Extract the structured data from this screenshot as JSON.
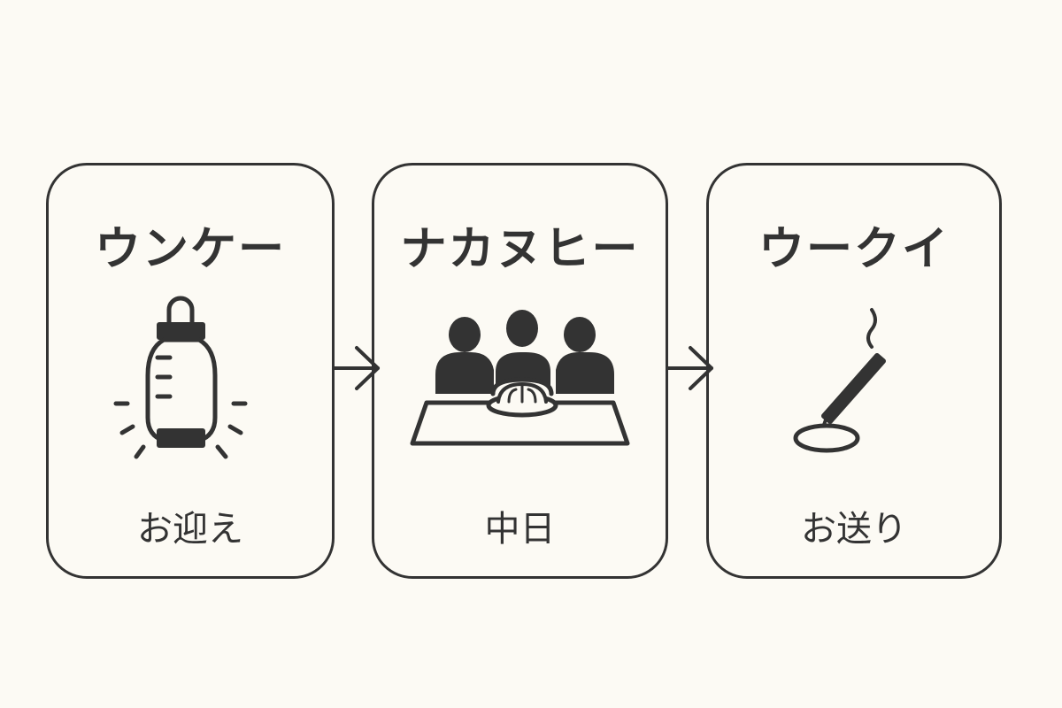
{
  "stages": [
    {
      "title": "ウンケー",
      "subtitle": "お迎え",
      "icon": "lantern-icon"
    },
    {
      "title": "ナカヌヒー",
      "subtitle": "中日",
      "icon": "family-meal-icon"
    },
    {
      "title": "ウークイ",
      "subtitle": "お送り",
      "icon": "incense-icon"
    }
  ],
  "colors": {
    "background": "#fcfaf4",
    "ink": "#333333"
  }
}
